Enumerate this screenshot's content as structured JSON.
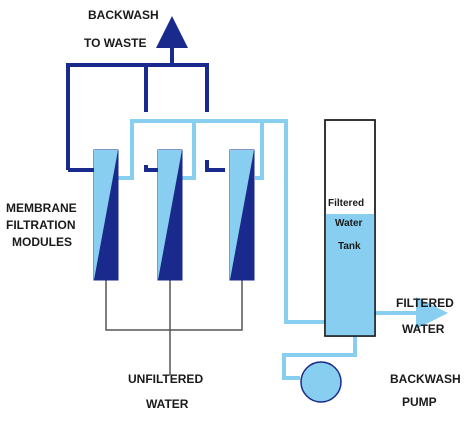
{
  "labels": {
    "backwash": "BACKWASH",
    "to_waste": "TO WASTE",
    "membrane_line1": "MEMBRANE",
    "membrane_line2": "FILTRATION",
    "membrane_line3": "MODULES",
    "unfiltered_line1": "UNFILTERED",
    "unfiltered_line2": "WATER",
    "filtered_out_line1": "FILTERED",
    "filtered_out_line2": "WATER",
    "pump_line1": "BACKWASH",
    "pump_line2": "PUMP",
    "tank_line1": "Filtered",
    "tank_line2": "Water",
    "tank_line3": "Tank"
  },
  "colors": {
    "backwash_pipe": "#1a2a8c",
    "filtered_pipe": "#87cef0",
    "module_dark": "#1a2a8c",
    "module_light": "#87cef0",
    "tank_water": "#87cef0",
    "feed_line": "#555555",
    "pump_fill": "#87cef0"
  }
}
